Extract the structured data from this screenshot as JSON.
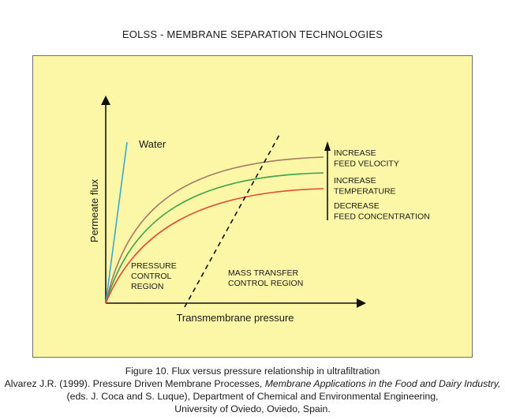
{
  "header": {
    "title": "EOLSS - MEMBRANE SEPARATION TECHNOLOGIES"
  },
  "diagram": {
    "y_axis_label": "Permeate flux",
    "x_axis_label": "Transmembrane pressure",
    "curves": {
      "water": {
        "label": "Water",
        "color": "#3aa6d6"
      },
      "velocity": {
        "color": "#a67868"
      },
      "temperature": {
        "color": "#3aa04a"
      },
      "concentration": {
        "color": "#e2472f"
      }
    },
    "effects": [
      {
        "line1": "INCREASE",
        "line2": "FEED VELOCITY"
      },
      {
        "line1": "INCREASE",
        "line2": "TEMPERATURE"
      },
      {
        "line1": "DECREASE",
        "line2": "FEED CONCENTRATION"
      }
    ],
    "regions": {
      "pressure": [
        "PRESSURE",
        "CONTROL",
        "REGION"
      ],
      "mass": [
        "MASS TRANSFER",
        "CONTROL REGION"
      ]
    }
  },
  "caption": {
    "figure": "Figure 10.  Flux versus pressure relationship in ultrafiltration",
    "ref_plain": "Alvarez J.R. (1999). Pressure Driven Membrane Processes,",
    "ref_italic": "Membrane Applications in the Food and Dairy Industry,",
    "ref_rest": "(eds. J. Coca and S. Luque), Department of Chemical and Environmental Engineering,",
    "ref_last": "University of Oviedo, Oviedo, Spain."
  }
}
